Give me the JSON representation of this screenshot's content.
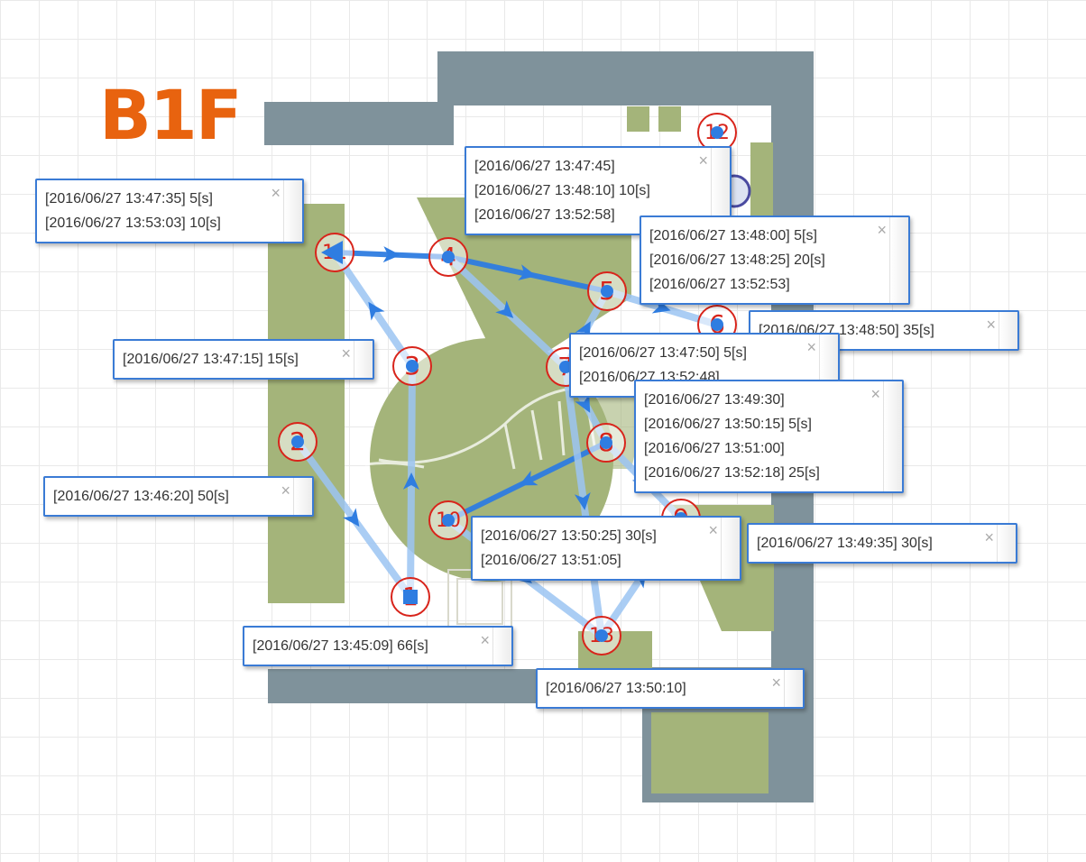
{
  "floor": {
    "label": "B1F",
    "color": "#e8630f"
  },
  "colors": {
    "wall": "#7f929b",
    "exhibit": "#a4b47a",
    "route": "#2f7de1",
    "route_light": "#9cc5f3",
    "marker": "#d8241b"
  },
  "markers": [
    {
      "number": "1",
      "shape": "square"
    },
    {
      "number": "2"
    },
    {
      "number": "3"
    },
    {
      "number": "4"
    },
    {
      "number": "5"
    },
    {
      "number": "6"
    },
    {
      "number": "7"
    },
    {
      "number": "8"
    },
    {
      "number": "9"
    },
    {
      "number": "10"
    },
    {
      "number": "11",
      "shape": "triangle"
    },
    {
      "number": "12"
    },
    {
      "number": "13"
    }
  ],
  "popups": [
    {
      "lines": [
        "[2016/06/27 13:47:35] 5[s]",
        "[2016/06/27 13:53:03] 10[s]"
      ],
      "close": "×"
    },
    {
      "lines": [
        "[2016/06/27 13:47:45]",
        "[2016/06/27 13:48:10] 10[s]",
        "[2016/06/27 13:52:58]"
      ],
      "close": "×"
    },
    {
      "lines": [
        "[2016/06/27 13:48:00] 5[s]",
        "[2016/06/27 13:48:25] 20[s]",
        "[2016/06/27 13:52:53]"
      ],
      "close": "×"
    },
    {
      "lines": [
        "[2016/06/27 13:48:50] 35[s]"
      ],
      "close": "×"
    },
    {
      "lines": [
        "[2016/06/27 13:47:15] 15[s]"
      ],
      "close": "×"
    },
    {
      "lines": [
        "[2016/06/27 13:47:50] 5[s]",
        "[2016/06/27 13:52:48]"
      ],
      "close": "×"
    },
    {
      "lines": [
        "[2016/06/27 13:49:30]",
        "[2016/06/27 13:50:15] 5[s]",
        "[2016/06/27 13:51:00]",
        "[2016/06/27 13:52:18] 25[s]"
      ],
      "close": "×"
    },
    {
      "lines": [
        "[2016/06/27 13:46:20] 50[s]"
      ],
      "close": "×"
    },
    {
      "lines": [
        "[2016/06/27 13:50:25] 30[s]",
        "[2016/06/27 13:51:05]"
      ],
      "close": "×"
    },
    {
      "lines": [
        "[2016/06/27 13:49:35] 30[s]"
      ],
      "close": "×"
    },
    {
      "lines": [
        "[2016/06/27 13:45:09] 66[s]"
      ],
      "close": "×"
    },
    {
      "lines": [
        "[2016/06/27 13:50:10]"
      ],
      "close": "×"
    }
  ]
}
